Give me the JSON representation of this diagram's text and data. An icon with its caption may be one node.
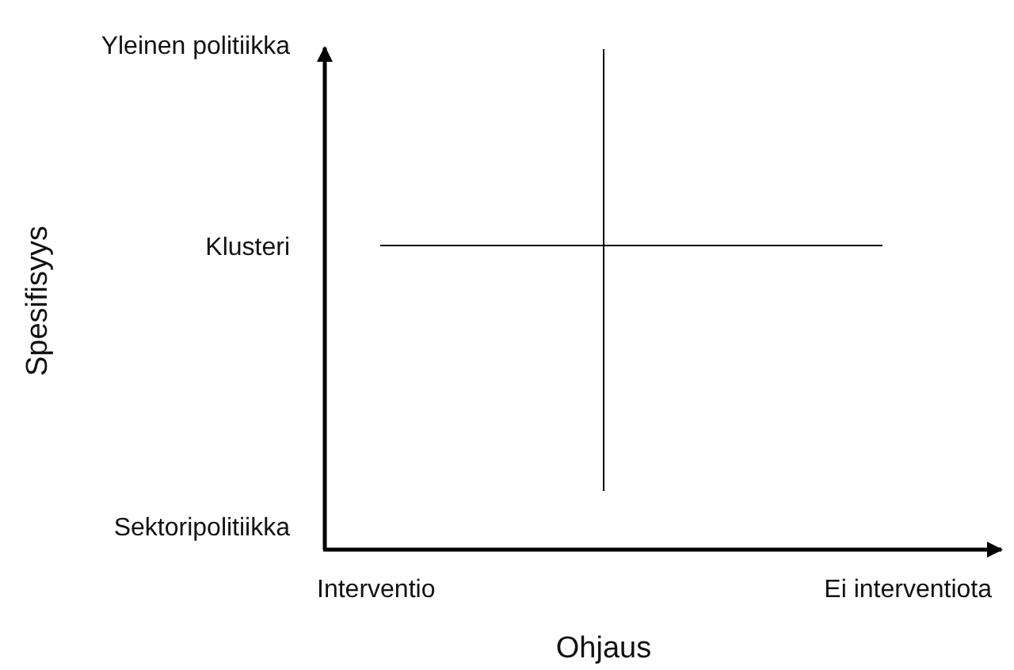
{
  "diagram": {
    "labels": [
      "Yleinen politiikka",
      "Spesifisyys",
      "Klusteri",
      "Sektoripolitiikka",
      "Interventio",
      "Ei interventiota",
      "Ohjaus"
    ]
  }
}
